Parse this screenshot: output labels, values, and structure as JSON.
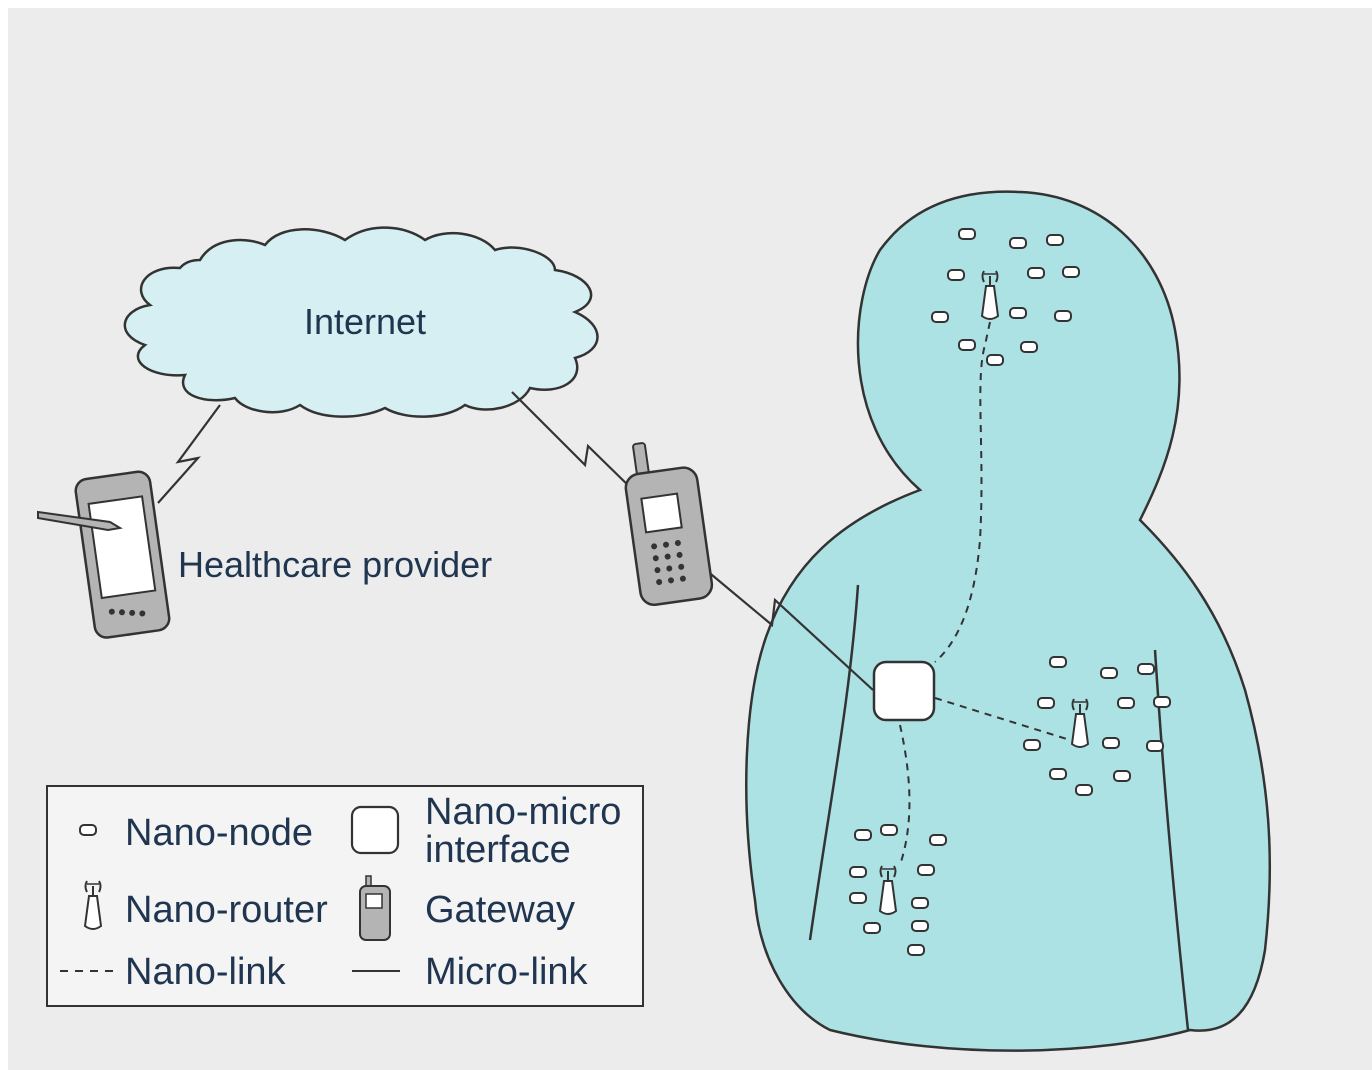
{
  "labels": {
    "internet": "Internet",
    "healthcare_provider": "Healthcare provider"
  },
  "legend": {
    "nano_node": "Nano-node",
    "nano_micro_interface_line1": "Nano-micro",
    "nano_micro_interface_line2": "interface",
    "nano_router": "Nano-router",
    "gateway": "Gateway",
    "nano_link": "Nano-link",
    "micro_link": "Micro-link"
  },
  "colors": {
    "background": "#ececec",
    "body_fill": "#ade2e4",
    "cloud_fill": "#d6eff2",
    "device_fill": "#b4b4b4",
    "text": "#1f3550"
  }
}
